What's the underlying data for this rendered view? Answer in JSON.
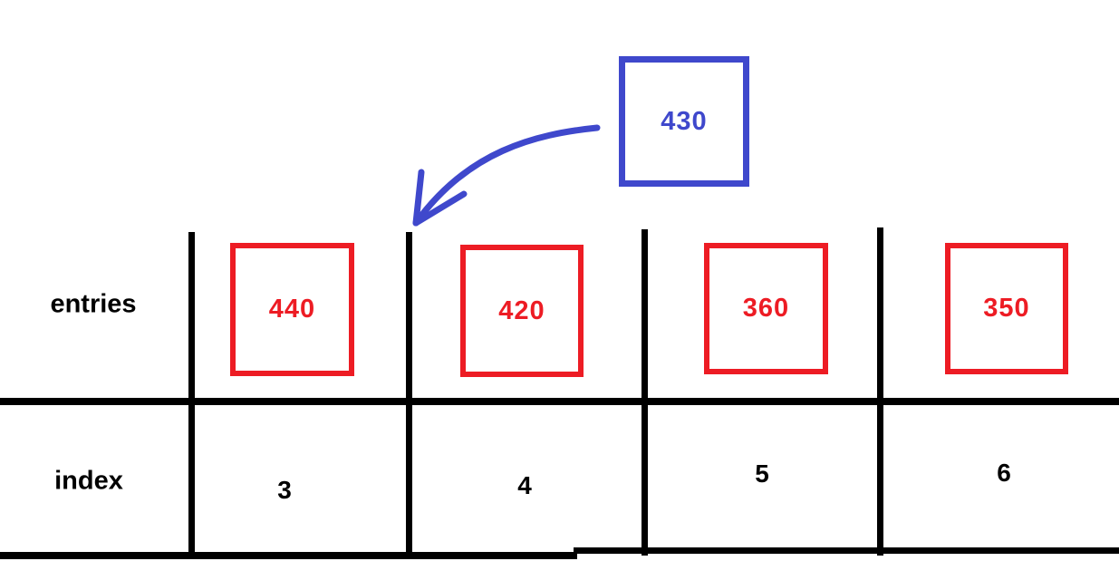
{
  "diagram": {
    "labels": {
      "entries": "entries",
      "index": "index"
    },
    "entries": [
      "440",
      "420",
      "360",
      "350"
    ],
    "indices": [
      "3",
      "4",
      "5",
      "6"
    ],
    "inserted_value": "430",
    "arrow": {
      "icon": "curved-arrow",
      "target": "boundary between index 3 and 4"
    },
    "colors": {
      "entry_box": "#ED1C24",
      "entry_text": "#ED1C24",
      "inserted_box": "#3F48CC",
      "inserted_text": "#3F48CC",
      "table_lines": "#000000",
      "label_text": "#000000"
    }
  }
}
